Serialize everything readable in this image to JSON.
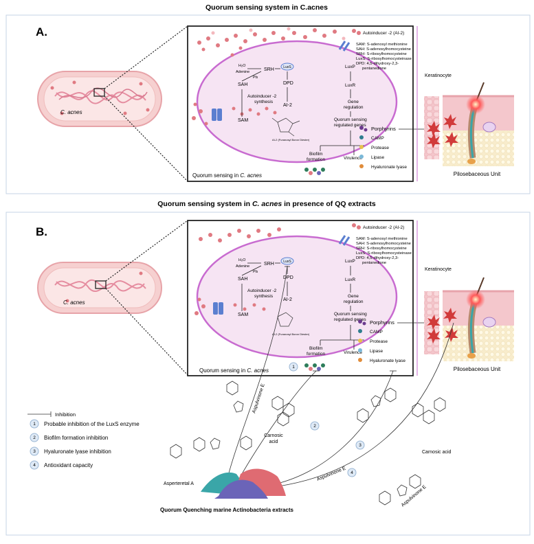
{
  "header_a": "Quorum sensing system in C.acnes",
  "header_b_prefix": "Quorum sensing system in",
  "header_b_species": "C. acnes",
  "header_b_suffix": "in presence of QQ extracts",
  "panel_a": {
    "letter": "A.",
    "bacterium_label": "C. acnes",
    "cell_caption_prefix": "Quorum sensing in",
    "cell_caption_species": "C. acnes"
  },
  "panel_b": {
    "letter": "B.",
    "bacterium_label": "C. acnes",
    "cell_caption_prefix": "Quorum sensing in",
    "cell_caption_species": "C. acnes"
  },
  "pathway": {
    "h2o": "H₂O",
    "adenine": "Adenine",
    "pfs": "Pfs",
    "srh": "SRH",
    "luxs": "LuxS",
    "sah": "SAH",
    "dpd": "DPD",
    "synthesis_line1": "Autoinducer -2",
    "synthesis_line2": "synthesis",
    "sam": "SAM",
    "ai2": "AI-2",
    "ai2_caption": "AI-2 (Furanosyl Boron Diester)",
    "luxp": "LuxP",
    "luxr": "LuxR",
    "gene_line1": "Gene",
    "gene_line2": "regulation",
    "qs_genes_line1": "Quorum sensing",
    "qs_genes_line2": "regulated genes",
    "biofilm_line1": "Biofilm",
    "biofilm_line2": "formation",
    "virulence": "Virulence"
  },
  "legend_abbrev": {
    "ai2_label": "Autoinducer -2 (AI-2)",
    "sam": "SAM: S-adenosyl methionine",
    "sah": "SAH: S-adenosylhomocysteine",
    "srh": "SRH: S-ribosylhomocysteine",
    "luxs": "LuxS: S-ribosylhomocysteinase",
    "dpd_line1": "DPD: 4,5-dihydroxy-2,3-",
    "dpd_line2": "pentanedione"
  },
  "virulence_factors": [
    "Porphyrins",
    "CAMP",
    "Protease",
    "Lipase",
    "Hyaluronate lyase"
  ],
  "skin": {
    "keratinocyte": "Keratinocyte",
    "unit_label": "Pilosebaceous Unit"
  },
  "inhibition_legend": {
    "inhibition_label": "Inhibition",
    "items": [
      {
        "num": "1",
        "text": "Probable inhibition of the LuxS enzyme"
      },
      {
        "num": "2",
        "text": "Biofilm formation inhibition"
      },
      {
        "num": "3",
        "text": "Hyaluronate lyase inhibition"
      },
      {
        "num": "4",
        "text": "Antioxidant capacity"
      }
    ]
  },
  "compounds": {
    "aspulvinone_e": "Aspulvinone E",
    "carnosic_line1": "Carnosic",
    "carnosic_line2": "acid",
    "carnosic_right": "Carnosic acid",
    "asperteretal": "Asperteretal A",
    "aspulvinone_e_right": "Aspulvinone E",
    "aspulvinone_e_lower": "Aspulvinone E"
  },
  "extracts_caption": "Quorum Quenching marine Actinobacteria extracts",
  "colors": {
    "membrane": "#c86bd0",
    "cell_fill": "#f6e4f3",
    "ai2_dot": "#e07a82",
    "bacterium_fill": "#f3c9c9",
    "skin_pink": "#f4c7cc",
    "fat_yellow": "#f8eccc",
    "powder_teal": "#3aa6a8",
    "powder_purple": "#6b64b8",
    "powder_red": "#df6b72"
  }
}
